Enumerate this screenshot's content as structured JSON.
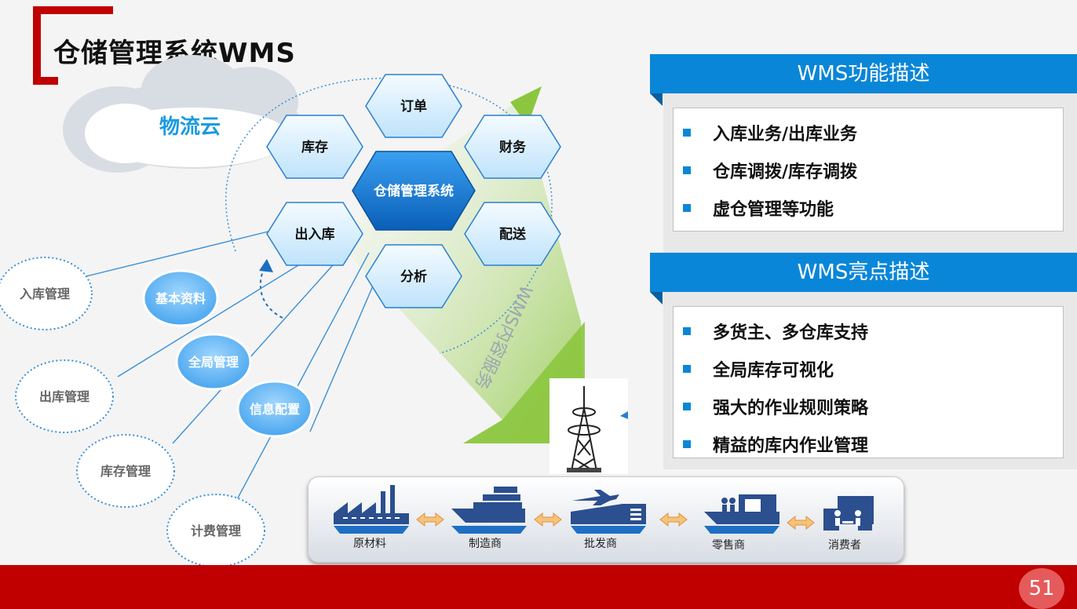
{
  "title": "仓储管理系统WMS",
  "cloud_label": "物流云",
  "center_hex": "仓储管理系统",
  "hexes": {
    "order": "订单",
    "inventory": "库存",
    "finance": "财务",
    "inout": "出入库",
    "delivery": "配送",
    "analysis": "分析"
  },
  "orbit_label": "WMS内容服务",
  "left_circles": [
    "入库管理",
    "出库管理",
    "库存管理",
    "计费管理"
  ],
  "blue_circles": [
    "基本资料",
    "全局管理",
    "信息配置"
  ],
  "functions": {
    "heading": "WMS功能描述",
    "items": [
      "入库业务/出库业务",
      "仓库调拨/库存调拨",
      "虚仓管理等功能"
    ]
  },
  "highlights": {
    "heading": "WMS亮点描述",
    "items": [
      "多货主、多仓库支持",
      "全局库存可视化",
      "强大的作业规则策略",
      "精益的库内作业管理"
    ]
  },
  "chain": [
    "原材料",
    "制造商",
    "批发商",
    "零售商",
    "消费者"
  ],
  "page_number": "51",
  "colors": {
    "brand_red": "#c00000",
    "accent_blue": "#0a86d8"
  }
}
